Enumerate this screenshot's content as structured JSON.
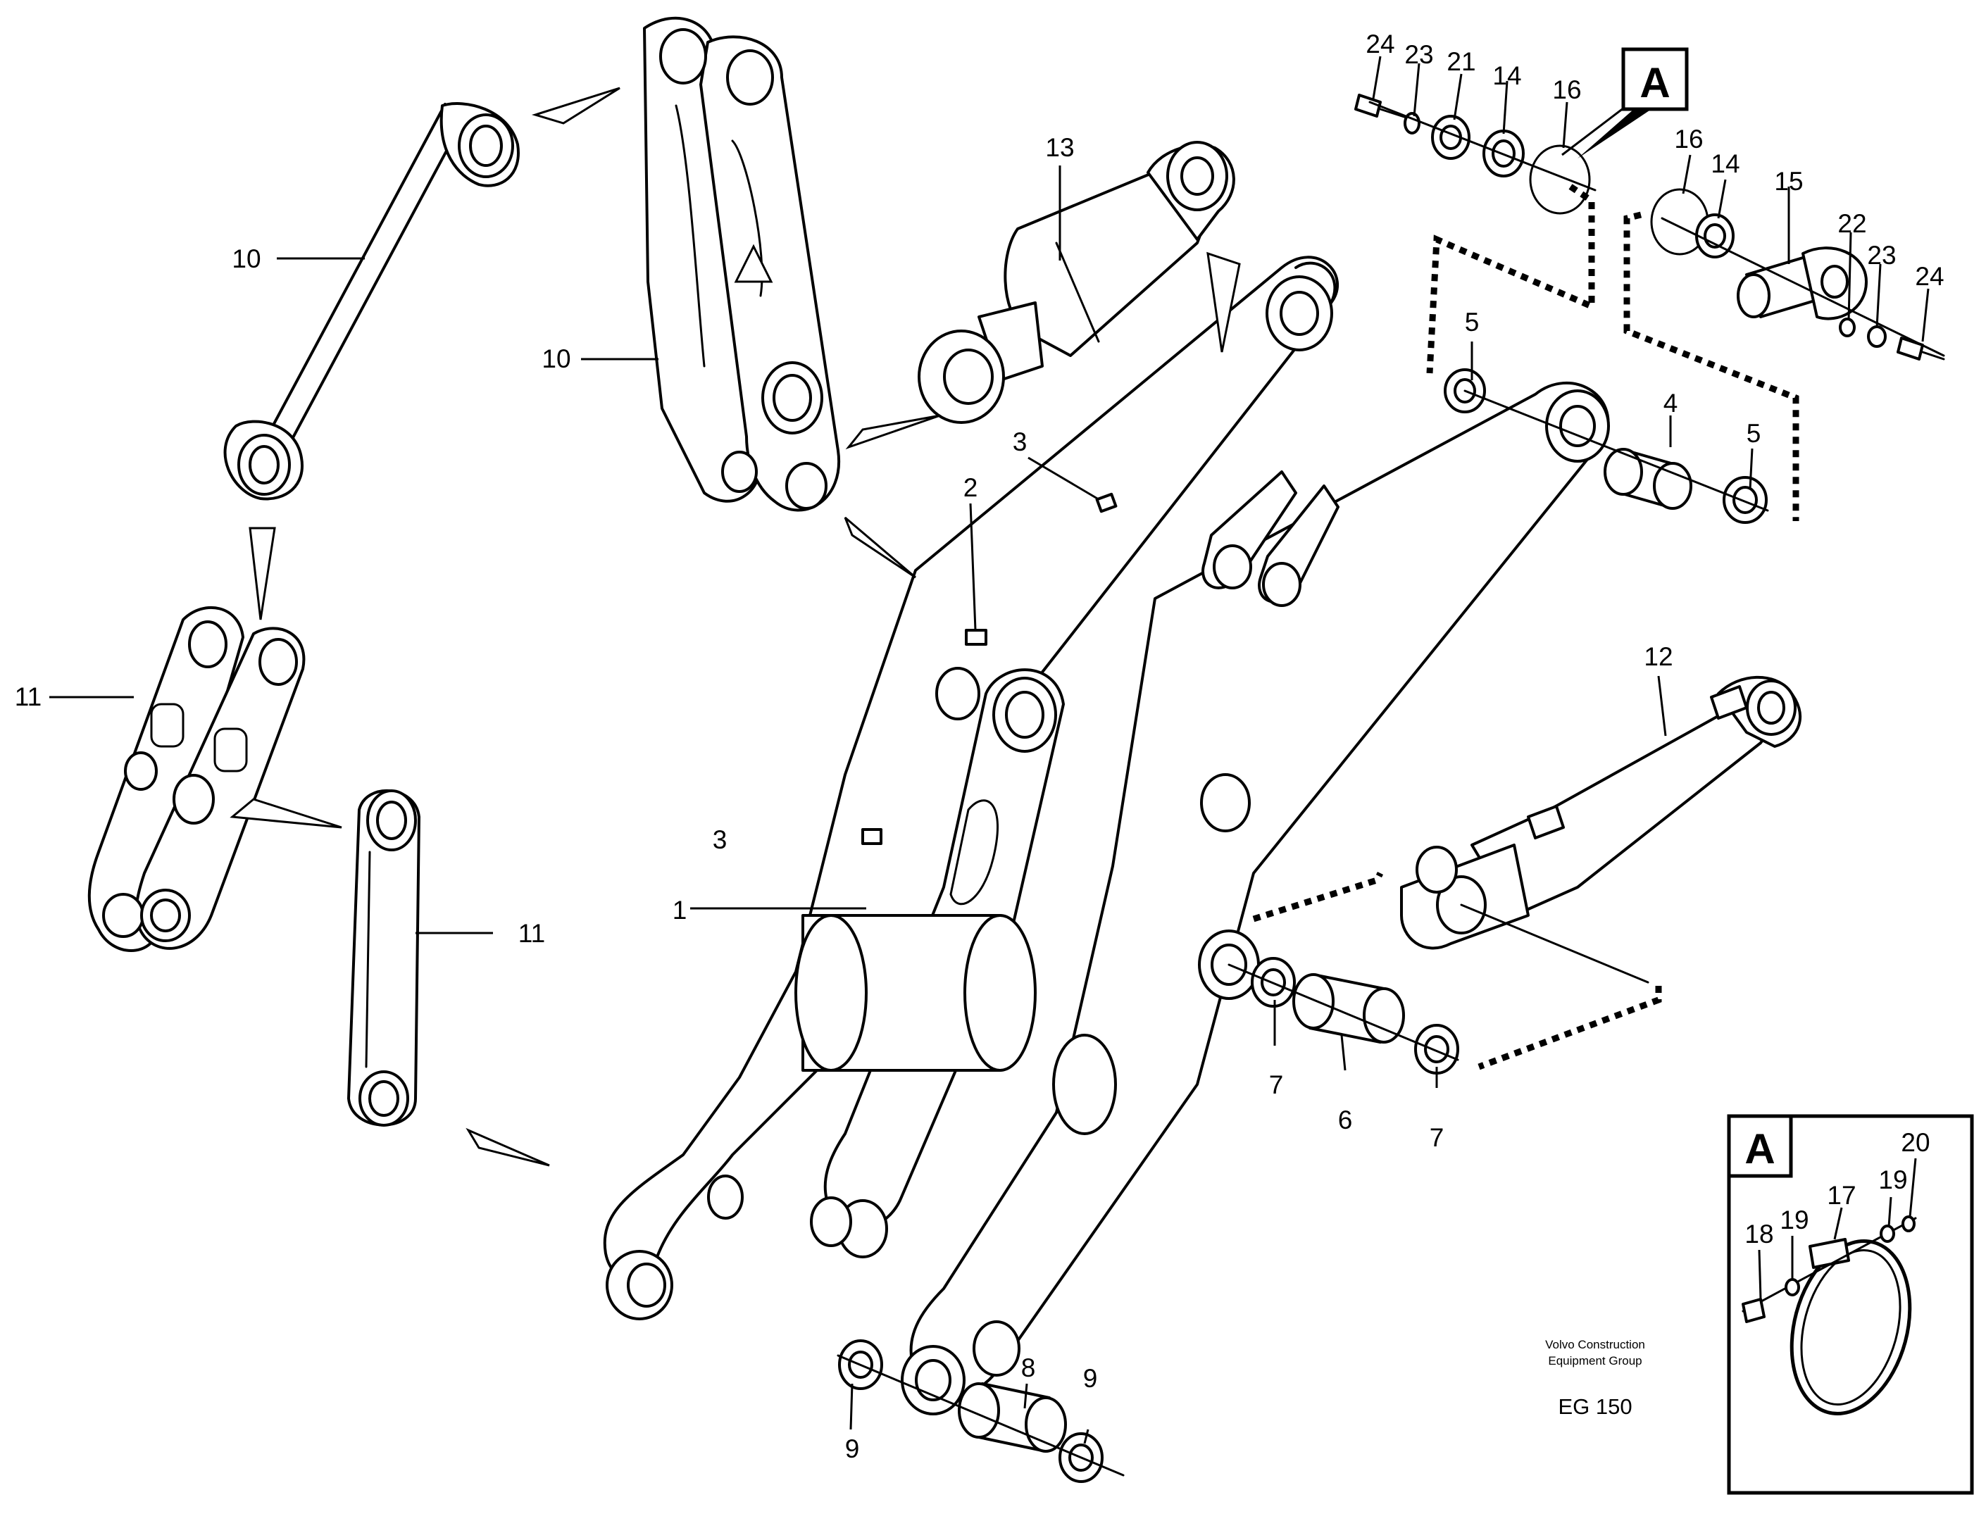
{
  "callouts": {
    "c1": "1",
    "c2": "2",
    "c3a": "3",
    "c3b": "3",
    "c4": "4",
    "c5a": "5",
    "c5b": "5",
    "c6": "6",
    "c7a": "7",
    "c7b": "7",
    "c8": "8",
    "c9a": "9",
    "c9b": "9",
    "c10a": "10",
    "c10b": "10",
    "c11a": "11",
    "c11b": "11",
    "c12": "12",
    "c13": "13",
    "c14a": "14",
    "c14b": "14",
    "c15": "15",
    "c16a": "16",
    "c16b": "16",
    "c17": "17",
    "c18": "18",
    "c19a": "19",
    "c19b": "19",
    "c20": "20",
    "c21": "21",
    "c22": "22",
    "c23a": "23",
    "c23b": "23",
    "c24a": "24",
    "c24b": "24"
  },
  "detail_reference": {
    "main_label": "A",
    "inset_label": "A"
  },
  "footer": {
    "company_line1": "Volvo Construction",
    "company_line2": "Equipment Group",
    "drawing_code": "EG 150"
  }
}
